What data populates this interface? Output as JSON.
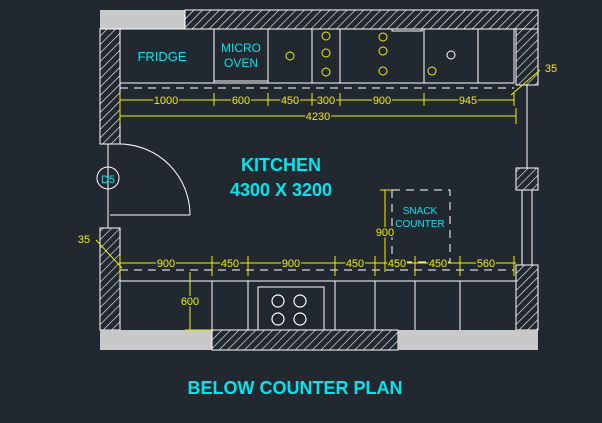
{
  "plan": {
    "room_name": "KITCHEN",
    "room_size": "4300 X 3200",
    "caption": "BELOW COUNTER PLAN",
    "door_tag": "D5"
  },
  "labels": {
    "fridge": "FRIDGE",
    "micro_line1": "MICRO",
    "micro_line2": "OVEN",
    "snack_line1": "SNACK",
    "snack_line2": "COUNTER"
  },
  "dims_top": {
    "d1000": "1000",
    "d600": "600",
    "d450": "450",
    "d300": "300",
    "d900": "900",
    "d945": "945",
    "total": "4230",
    "side": "35"
  },
  "dims_bottom": {
    "d900a": "900",
    "d450a": "450",
    "d900b": "900",
    "d450b": "450",
    "d450c": "450",
    "d450d": "450",
    "d560": "560",
    "side": "35",
    "depth": "600",
    "snack_depth": "900"
  },
  "colors": {
    "background": "#212830",
    "lines": "#ffffff",
    "dimensions": "#f2ee00",
    "text": "#00e5ee",
    "hatch_fill": "#c8c8c8"
  }
}
